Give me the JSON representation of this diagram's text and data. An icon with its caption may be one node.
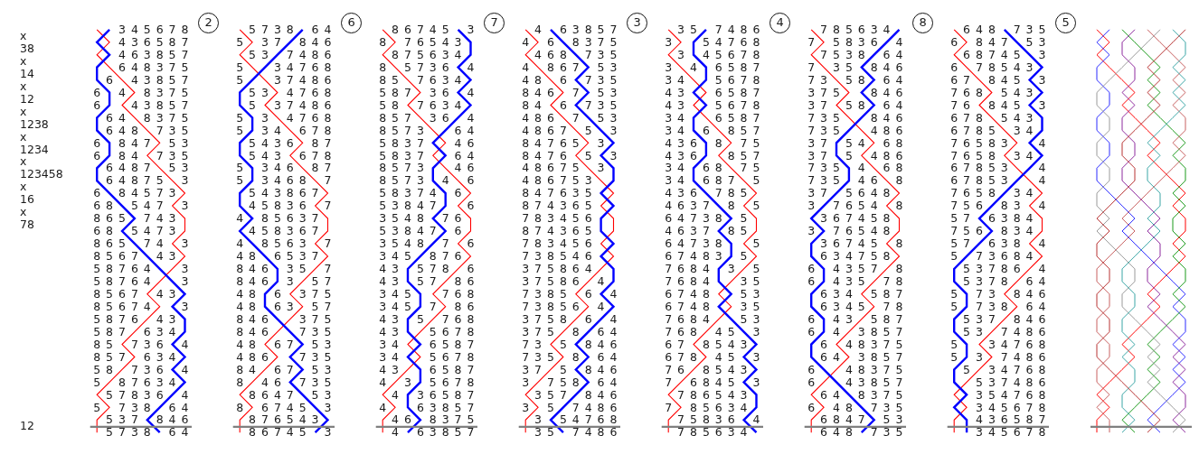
{
  "diagram": {
    "nodes": [
      {
        "text": [
          "2"
        ]
      },
      {
        "text": [
          "6"
        ]
      },
      {
        "text": [
          "7"
        ]
      },
      {
        "text": [
          "3"
        ]
      },
      {
        "text": [
          "4"
        ]
      },
      {
        "text": [
          "8"
        ]
      },
      {
        "text": [
          "5"
        ]
      }
    ],
    "labels": [
      "x",
      "38",
      "x",
      "14",
      "x",
      "12",
      "x",
      "1238",
      "x",
      "1234",
      "x",
      "123458",
      "x",
      "16",
      "x",
      "78",
      "12",
      "3 4 5 6 7 8",
      "4 3 6 5 8 7",
      "4 6 3 8 5 7",
      "6 4 8 3 7 5",
      "6 4 3 8 5 7",
      "6 4 8 3 7 5",
      "6 4 3 8 5 7",
      "6 4 8 3 7 5",
      "6 4 8 7 3 5",
      "6 8 4 7 5 3",
      "6 8 4 7 3 5",
      "6 4 8 7 5 3",
      "6 4 8 7 5 3",
      "6 8 4 5 7 3",
      "6 8 5 4 7 3",
      "8 6 5 7 4 3",
      "6 8 5 4 7 3",
      "8 6 5 7 4 3",
      "8 5 6 7 4 3",
      "5 8 7 6 4 3",
      "5 8 7 6 4 3",
      "8 5 6 7 4 3",
      "8 5 6 7 4 3",
      "5 8 7 6 4 3",
      "5 8 7 6 3 4",
      "8 5 7 3 6 4",
      "8 5 7 6 3 4",
      "5 8 7 3 6 4",
      "5 8 7 6 3 4",
      "5 7 8 3 6 4",
      "5 7 3 8 6 4",
      "5 3 7 8 4 6",
      "5 7 3 8 6 4",
      "5 7 3 8 6 4",
      "5 3 7 8 4 6",
      "5 3 7 4 8 6",
      "5 3 4 7 6 8",
      "5 3 7 4 8 6",
      "5 3 4 7 6 8",
      "5 3 7 4 8 6",
      "5 3 4 7 6 8",
      "5 3 4 6 7 8",
      "5 4 3 6 8 7",
      "5 4 3 6 7 8",
      "5 3 4 6 8 7",
      "5 3 4 6 8 7",
      "5 4 3 8 6 7",
      "4 5 8 3 6 7",
      "4 8 5 6 3 7",
      "4 5 8 3 6 7",
      "4 8 5 6 3 7",
      "4 8 6 5 3 7",
      "8 4 6 3 5 7",
      "8 4 6 3 5 7",
      "4 8 6 3 7 5",
      "4 8 6 3 5 7",
      "8 4 6 3 7 5",
      "8 4 6 7 3 5",
      "4 8 6 7 5 3",
      "4 8 6 7 3 5",
      "8 4 6 7 5 3",
      "8 4 6 7 3 5",
      "8 6 4 7 5 3",
      "8 6 7 4 5 3",
      "8 7 6 5 4 3",
      "8 6 7 4 5 3",
      "8 6 7 4 5 3",
      "8 7 6 5 4 3",
      "8 7 5 6 3 4",
      "8 5 7 3 6 4",
      "8 5 7 6 3 4",
      "5 8 7 3 6 4",
      "5 8 7 6 3 4",
      "8 5 7 3 6 4",
      "8 5 7 3 6 4",
      "5 8 3 7 4 6",
      "5 8 3 7 6 4",
      "8 5 7 3 4 6",
      "8 5 7 3 4 6",
      "5 8 3 7 4 6",
      "5 3 8 4 7 6",
      "3 5 4 8 7 6",
      "5 3 8 4 7 6",
      "3 5 4 8 7 6",
      "3 4 5 8 7 6",
      "4 3 5 7 8 6",
      "4 3 5 7 8 6",
      "3 4 5 7 6 8",
      "3 4 5 7 8 6",
      "4 3 5 7 6 8",
      "4 3 5 6 7 8",
      "3 4 6 5 8 7",
      "3 4 5 6 7 8",
      "4 3 6 5 8 7",
      "4 3 5 6 7 8",
      "4 3 6 5 8 7",
      "4 6 3 8 5 7",
      "4 6 8 3 7 5",
      "4 6 3 8 5 7",
      "4 6 3 8 5 7",
      "4 6 8 3 7 5",
      "4 6 8 7 3 5",
      "4 8 6 7 5 3",
      "4 8 6 7 3 5",
      "8 4 6 7 5 3",
      "8 4 6 7 3 5",
      "4 8 6 7 5 3",
      "4 8 6 7 5 3",
      "8 4 7 6 5 3",
      "8 4 7 6 5 3",
      "4 8 6 7 5 3",
      "4 8 6 7 5 3",
      "8 4 7 6 3 5",
      "8 7 4 3 6 5",
      "7 8 3 4 5 6",
      "8 7 4 3 6 5",
      "7 8 3 4 5 6",
      "7 3 8 5 4 6",
      "3 7 5 8 6 4",
      "3 7 5 8 6 4",
      "7 3 8 5 6 4",
      "7 3 8 5 6 4",
      "3 7 5 8 6 4",
      "3 7 5 8 6 4",
      "7 3 5 8 4 6",
      "7 3 5 8 6 4",
      "3 7 5 8 4 6",
      "3 7 5 8 6 4",
      "3 5 7 8 4 6",
      "3 5 7 4 8 6",
      "3 5 4 7 6 8",
      "3 5 7 4 8 6",
      "3 5 7 4 8 6",
      "3 5 4 7 6 8",
      "3 4 5 6 7 8",
      "3 4 6 5 8 7",
      "3 4 5 6 7 8",
      "4 3 6 5 8 7",
      "4 3 5 6 7 8",
      "3 4 6 5 8 7",
      "3 4 6 8 5 7",
      "4 3 6 8 7 5",
      "4 3 6 8 5 7",
      "3 4 6 8 7 5",
      "3 4 6 8 7 5",
      "4 3 6 7 8 5",
      "4 6 3 7 8 5",
      "6 4 7 3 8 5",
      "4 6 3 7 8 5",
      "6 4 7 3 8 5",
      "6 7 4 8 3 5",
      "7 6 8 4 3 5",
      "7 6 8 4 3 5",
      "6 7 4 8 5 3",
      "6 7 4 8 3 5",
      "7 6 8 4 5 3",
      "7 6 8 4 5 3",
      "6 7 8 5 4 3",
      "6 7 8 4 5 3",
      "7 6 8 5 4 3",
      "7 6 8 4 5 3",
      "7 8 6 5 4 3",
      "7 8 5 6 3 4",
      "7 5 8 3 6 4",
      "7 8 5 6 3 4",
      "7 8 5 6 3 4",
      "7 5 8 3 6 4",
      "7 5 3 8 6 4",
      "7 3 5 8 4 6",
      "7 3 5 8 6 4",
      "3 7 5 8 4 6",
      "3 7 5 8 6 4",
      "7 3 5 8 4 6",
      "7 3 5 4 8 6",
      "3 7 5 4 6 8",
      "3 7 5 4 8 6",
      "7 3 5 4 6 8",
      "7 3 5 4 6 8",
      "3 7 5 6 4 8",
      "3 7 6 5 4 8",
      "3 6 7 4 5 8",
      "3 7 6 5 4 8",
      "3 6 7 4 5 8",
      "6 3 4 7 5 8",
      "6 4 3 5 7 8",
      "6 4 3 5 7 8",
      "6 3 4 5 8 7",
      "6 3 4 5 7 8",
      "6 4 3 5 8 7",
      "6 4 3 8 5 7",
      "6 4 8 3 7 5",
      "6 4 3 8 5 7",
      "6 4 8 3 7 5",
      "6 4 3 8 5 7",
      "6 4 8 3 7 5",
      "6 4 8 7 3 5",
      "6 8 4 7 5 3",
      "6 4 8 7 3 5",
      "6 4 8 7 3 5",
      "6 8 4 7 5 3",
      "6 8 7 4 5 3",
      "6 7 8 5 4 3",
      "6 7 8 4 5 3",
      "7 6 8 5 4 3",
      "7 6 8 4 5 3",
      "6 7 8 5 4 3",
      "6 7 8 5 3 4",
      "7 6 5 8 3 4",
      "7 6 5 8 3 4",
      "6 7 8 5 3 4",
      "6 7 8 5 3 4",
      "7 6 5 8 3 4",
      "7 5 6 8 3 4",
      "5 7 6 3 8 4",
      "7 5 6 8 3 4",
      "5 7 6 3 8 4",
      "5 7 3 6 8 4",
      "5 3 7 8 6 4",
      "5 3 7 8 6 4",
      "5 7 3 8 4 6",
      "5 7 3 8 6 4",
      "5 3 7 8 4 6",
      "5 3 7 4 8 6",
      "5 3 4 7 6 8",
      "5 3 7 4 8 6",
      "5 3 4 7 6 8",
      "5 3 7 4 8 6",
      "3 5 4 7 6 8",
      "3 4 5 6 7 8",
      "4 3 6 5 8 7",
      "3 4 5 6 7 8"
    ]
  }
}
